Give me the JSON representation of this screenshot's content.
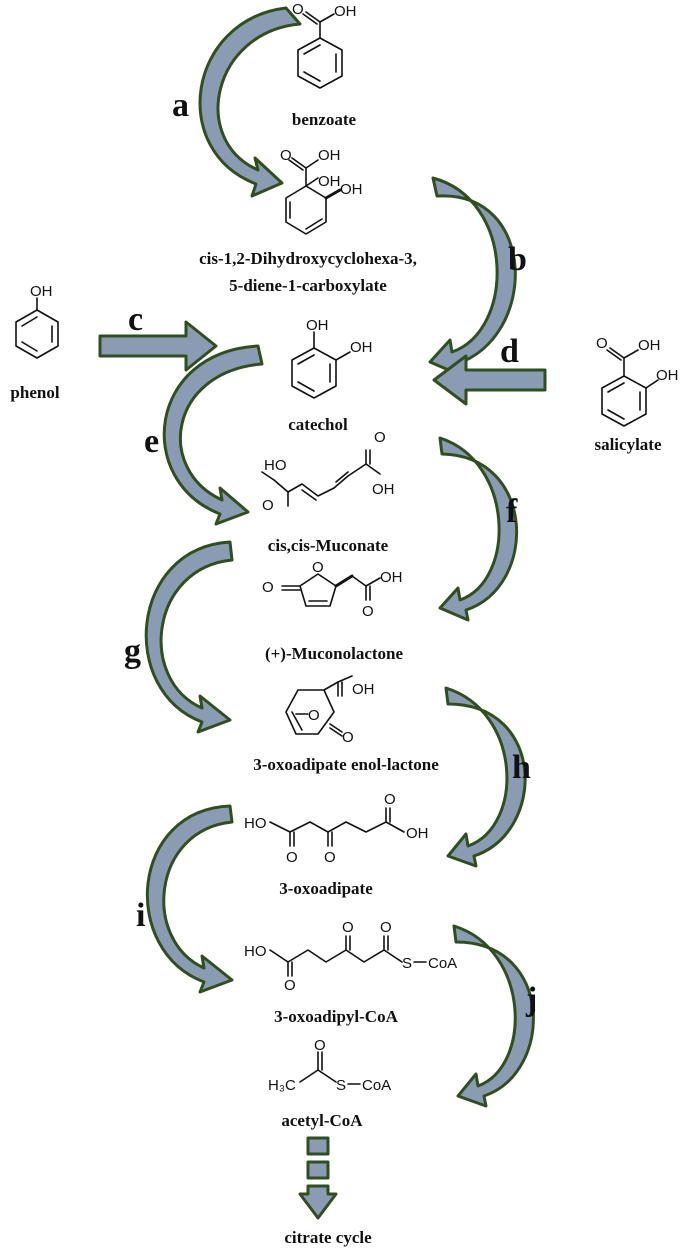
{
  "compounds": {
    "benzoate": "benzoate",
    "diol_line1": "cis-1,2-Dihydroxycyclohexa-3,",
    "diol_line2": "5-diene-1-carboxylate",
    "phenol": "phenol",
    "catechol": "catechol",
    "salicylate": "salicylate",
    "muconate": "cis,cis-Muconate",
    "muconolactone": "(+)-Muconolactone",
    "enol_lactone": "3-oxoadipate enol-lactone",
    "oxoadipate": "3-oxoadipate",
    "oxoadipyl_coa": "3-oxoadipyl-CoA",
    "acetyl_coa": "acetyl-CoA",
    "citrate_cycle": "citrate cycle"
  },
  "steps": [
    "a",
    "b",
    "c",
    "d",
    "e",
    "f",
    "g",
    "h",
    "i",
    "j"
  ],
  "atoms": {
    "OH": "OH",
    "HO": "HO",
    "O": "O",
    "S": "S",
    "CoA": "CoA",
    "H3C": "H₃C"
  },
  "colors": {
    "arrow_fill": "#8a9bb4",
    "arrow_stroke": "#2f4f1f"
  }
}
